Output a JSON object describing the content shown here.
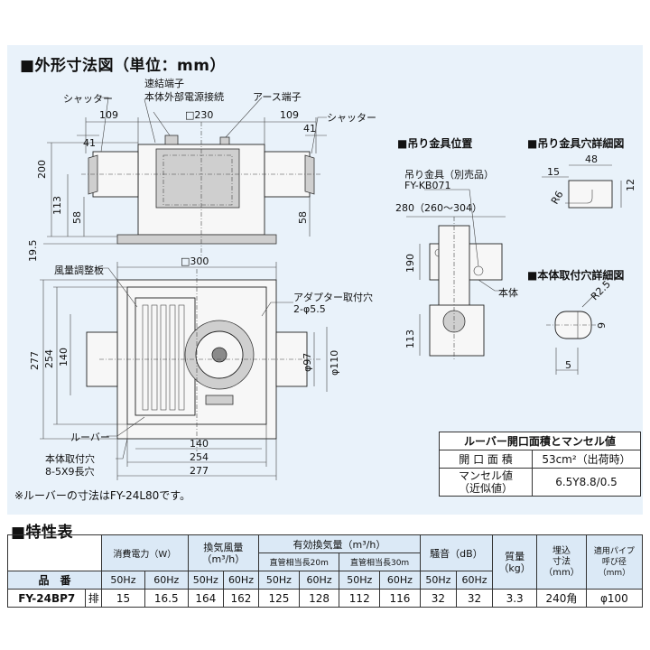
{
  "section_title_dims": "■外形寸法図（単位：mm）",
  "section_title_spec": "■特性表",
  "main_labels": {
    "shutter_left": "シャッター",
    "shutter_right": "シャッター",
    "quick_terminal": "速結端子",
    "external_power_terminal": "本体外部電源接続",
    "earth_terminal": "アース端子",
    "air_adjust_plate": "風量調整板",
    "adapter_hole": "アダプター取付穴",
    "adapter_hole_spec": "2-φ5.5",
    "louver": "ルーバー",
    "mount_hole": "本体取付穴",
    "mount_hole_spec": "8-5X9長穴",
    "note": "※ルーバーの寸法はFY-24L80です。"
  },
  "dims": {
    "d109_left": "109",
    "d230": "□230",
    "d109_right": "109",
    "d41_left": "41",
    "d41_right": "41",
    "d200": "200",
    "d113": "113",
    "d58_left": "58",
    "d58_right": "58",
    "d19_5": "19.5",
    "d300": "□300",
    "d277_v": "277",
    "d254_v": "254",
    "d140_v": "140",
    "d97": "φ97",
    "d110": "φ110",
    "d140_h": "140",
    "d254_h": "254",
    "d277_h": "277"
  },
  "hanger_position": {
    "title": "■吊り金具位置",
    "bracket_label": "吊り金具（別売品）",
    "bracket_model": "FY-KB071",
    "d280": "280（260～304）",
    "d190": "190",
    "d113": "113",
    "body_label": "本体"
  },
  "hanger_hole_detail": {
    "title": "■吊り金具穴詳細図",
    "d48": "48",
    "d15": "15",
    "d12": "12",
    "r6": "R6"
  },
  "body_hole_detail": {
    "title": "■本体取付穴詳細図",
    "r25": "R2.5",
    "d9": "9",
    "d5": "5"
  },
  "louver_table": {
    "title": "ルーバー開口面積とマンセル値",
    "rows": [
      {
        "label": "開 口 面 積",
        "value": "53cm²（出荷時）"
      },
      {
        "label": "マンセル値\n（近似値）",
        "value": "6.5Y8.8/0.5"
      }
    ]
  },
  "spec_table": {
    "headers": {
      "power": "消費電力（W）",
      "airflow": "換気風量\n（m³/h）",
      "effective": "有効換気量（m³/h）",
      "duct20": "直管相当長20m",
      "duct30": "直管相当長30m",
      "noise": "騒音（dB）",
      "mass": "質量\n（kg）",
      "embed": "埋込\n寸法\n（mm）",
      "pipe": "適用パイプ\n呼び径\n（mm）",
      "model_label": "品　番",
      "hz50": "50Hz",
      "hz60": "60Hz"
    },
    "row": {
      "model": "FY-24BP7",
      "type": "排",
      "power_50": "15",
      "power_60": "16.5",
      "airflow_50": "164",
      "airflow_60": "162",
      "eff20_50": "125",
      "eff20_60": "128",
      "eff30_50": "112",
      "eff30_60": "116",
      "noise_50": "32",
      "noise_60": "32",
      "mass": "3.3",
      "embed": "240角",
      "pipe": "φ100"
    }
  }
}
